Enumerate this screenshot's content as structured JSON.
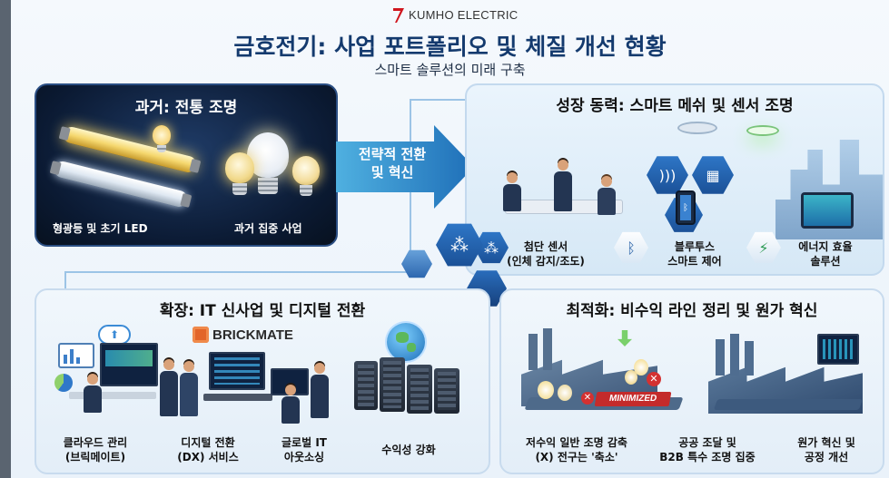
{
  "brand": {
    "name": "KUMHO ELECTRIC",
    "color": "#d0161e"
  },
  "title": "금호전기: 사업 포트폴리오 및 체질 개선 현황",
  "subtitle": "스마트 솔루션의 미래 구축",
  "arrow": {
    "line1": "전략적 전환",
    "line2": "및 혁신",
    "color": "#2f8ec9"
  },
  "past": {
    "title": "과거: 전통 조명",
    "left_label": "형광등 및 초기 LED",
    "right_label": "과거 집중 사업"
  },
  "growth": {
    "title": "성장 동력: 스마트 메쉬 및 센서 조명",
    "items": [
      {
        "line1": "첨단 센서",
        "line2": "(인체 감지/조도)",
        "icon": "network-icon"
      },
      {
        "line1": "블루투스",
        "line2": "스마트 제어",
        "icon": "bluetooth-icon"
      },
      {
        "line1": "에너지 효율",
        "line2": "솔루션",
        "icon": "energy-icon"
      }
    ]
  },
  "expansion": {
    "title": "확장: IT 신사업 및 디지털 전환",
    "brickmate": "BRICKMATE",
    "items": [
      {
        "line1": "클라우드 관리",
        "line2": "(브릭메이트)"
      },
      {
        "line1": "디지털 전환",
        "line2": "(DX) 서비스"
      },
      {
        "line1": "글로벌 IT",
        "line2": "아웃소싱"
      },
      {
        "line1": "수익성 강화",
        "line2": ""
      }
    ]
  },
  "optimization": {
    "title": "최적화: 비수익 라인 정리 및 원가 혁신",
    "minimized": "MINIMIZED",
    "items": [
      {
        "line1": "저수익 일반 조명 감축",
        "line2": "(X) 전구는 '축소'"
      },
      {
        "line1": "공공 조달 및",
        "line2": "B2B 특수 조명 집중"
      },
      {
        "line1": "원가 혁신 및",
        "line2": "공정 개선"
      }
    ]
  }
}
